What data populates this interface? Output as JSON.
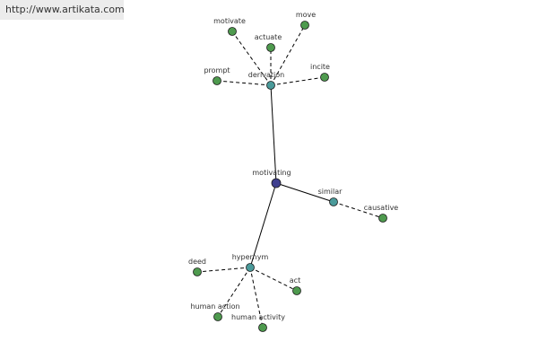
{
  "banner": {
    "url": "http://www.artikata.com"
  },
  "colors": {
    "center": "#3f3f8f",
    "relation": "#4a9a9a",
    "leaf": "#4e9a4e",
    "edge": "#000000",
    "banner_bg": "#ececec"
  },
  "graph": {
    "nodes": [
      {
        "id": "motivating",
        "label": "motivating",
        "kind": "center"
      },
      {
        "id": "derivation",
        "label": "derivation",
        "kind": "relation"
      },
      {
        "id": "similar",
        "label": "similar",
        "kind": "relation"
      },
      {
        "id": "hypernym",
        "label": "hypernym",
        "kind": "relation"
      },
      {
        "id": "motivate",
        "label": "motivate",
        "kind": "leaf"
      },
      {
        "id": "move",
        "label": "move",
        "kind": "leaf"
      },
      {
        "id": "actuate",
        "label": "actuate",
        "kind": "leaf"
      },
      {
        "id": "prompt",
        "label": "prompt",
        "kind": "leaf"
      },
      {
        "id": "incite",
        "label": "incite",
        "kind": "leaf"
      },
      {
        "id": "causative",
        "label": "causative",
        "kind": "leaf"
      },
      {
        "id": "deed",
        "label": "deed",
        "kind": "leaf"
      },
      {
        "id": "act",
        "label": "act",
        "kind": "leaf"
      },
      {
        "id": "human-action",
        "label": "human action",
        "kind": "leaf"
      },
      {
        "id": "human-activity",
        "label": "human activity",
        "kind": "leaf"
      }
    ],
    "edges": [
      {
        "from": "motivating",
        "to": "derivation",
        "style": "solid"
      },
      {
        "from": "motivating",
        "to": "similar",
        "style": "solid"
      },
      {
        "from": "motivating",
        "to": "hypernym",
        "style": "solid"
      },
      {
        "from": "derivation",
        "to": "motivate",
        "style": "dashed"
      },
      {
        "from": "derivation",
        "to": "move",
        "style": "dashed"
      },
      {
        "from": "derivation",
        "to": "actuate",
        "style": "dashed"
      },
      {
        "from": "derivation",
        "to": "prompt",
        "style": "dashed"
      },
      {
        "from": "derivation",
        "to": "incite",
        "style": "dashed"
      },
      {
        "from": "similar",
        "to": "causative",
        "style": "dashed"
      },
      {
        "from": "hypernym",
        "to": "deed",
        "style": "dashed"
      },
      {
        "from": "hypernym",
        "to": "act",
        "style": "dashed"
      },
      {
        "from": "hypernym",
        "to": "human-action",
        "style": "dashed"
      },
      {
        "from": "hypernym",
        "to": "human-activity",
        "style": "dashed"
      }
    ]
  }
}
